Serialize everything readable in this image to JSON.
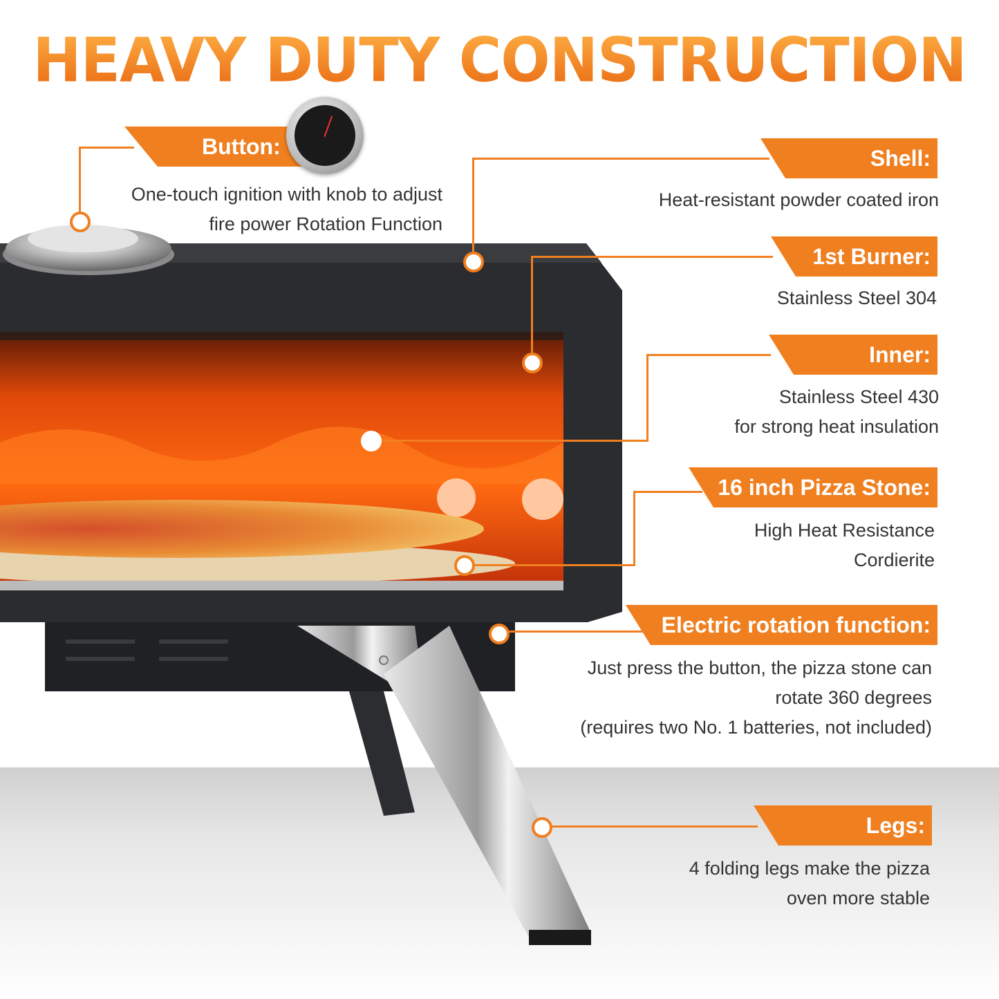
{
  "title": "HEAVY DUTY CONSTRUCTION",
  "features": {
    "button": {
      "label": "Button:",
      "description": "One-touch ignition with knob to adjust\nfire power Rotation Function"
    },
    "shell": {
      "label": "Shell:",
      "description": "Heat-resistant powder coated iron"
    },
    "burner": {
      "label": "1st Burner:",
      "description": "Stainless Steel 304"
    },
    "inner": {
      "label": "Inner:",
      "description": "Stainless Steel 430\nfor strong heat insulation"
    },
    "pizza_stone": {
      "label": "16 inch Pizza Stone:",
      "description": "High Heat Resistance\nCordierite"
    },
    "rotation": {
      "label": "Electric rotation function:",
      "description": "Just press the button, the pizza stone can\nrotate 360 degrees\n(requires two No. 1 batteries, not included)"
    },
    "legs": {
      "label": "Legs:",
      "description": "4 folding legs make the pizza\noven more stable"
    }
  },
  "colors": {
    "accent": "#f07f1f",
    "oven_body": "#2a2c2f",
    "flame": "#ff5a00"
  }
}
